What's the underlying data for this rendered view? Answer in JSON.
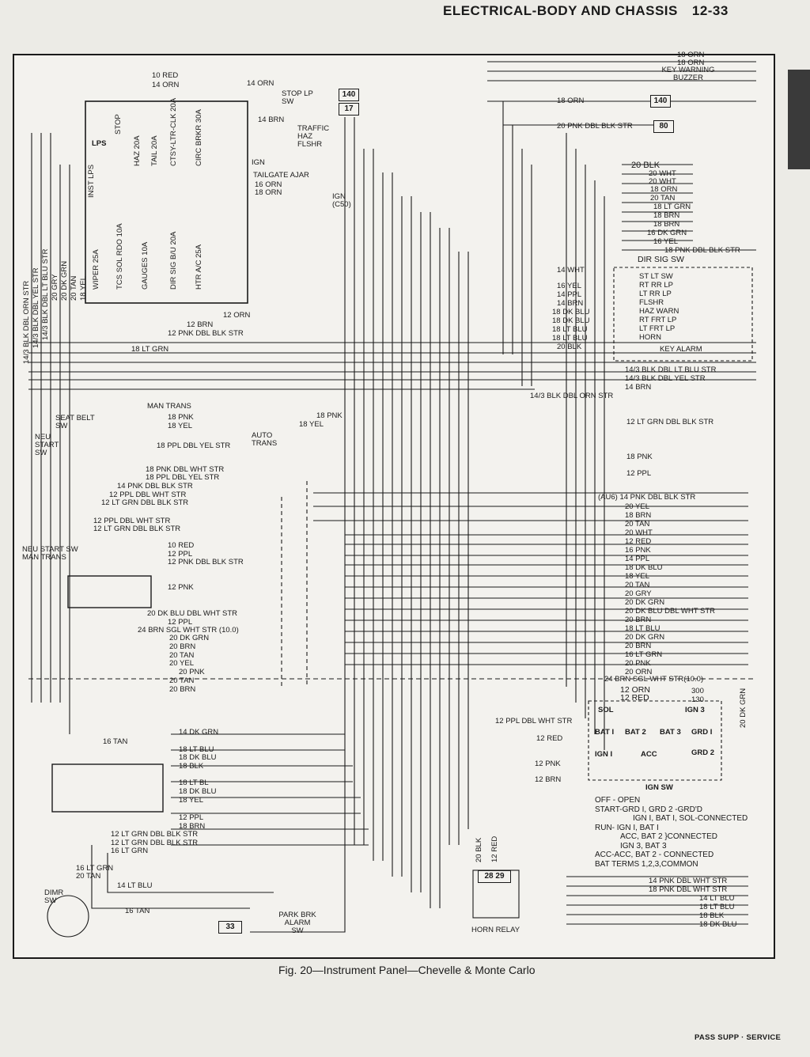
{
  "header": {
    "title": "ELECTRICAL-BODY AND CHASSIS",
    "page": "12-33"
  },
  "caption": "Fig. 20—Instrument Panel—Chevelle & Monte Carlo",
  "footer": "PASS SUPP · SERVICE",
  "components": {
    "stop_lp_sw": "STOP LP SW",
    "traffic_haz_flshr": "TRAFFIC HAZ FLSHR",
    "key_warning_buzzer": "KEY WARNING BUZZER",
    "dir_sig_sw": "DIR SIG SW",
    "seat_belt_sw": "SEAT BELT SW",
    "neu_start_sw": "NEU START SW",
    "neu_start_sw_man": "NEU START SW MAN TRANS",
    "man_trans": "MAN TRANS",
    "auto_trans": "AUTO TRANS",
    "ign_sw": "IGN SW",
    "horn_relay": "HORN RELAY",
    "dimr_sw": "DIMR SW",
    "park_brk": "PARK BRK ALARM SW",
    "key_alarm": "KEY ALARM",
    "tailgate": "TAILGATE AJAR",
    "lps": "LPS",
    "inst_lps": "INST LPS",
    "ign_c50": "IGN (C50)"
  },
  "fuse_top": [
    "STOP",
    "HAZ 20A",
    "TAIL 20A",
    "CTSY-LTR-CLK 20A",
    "CIRC BRKR 30A"
  ],
  "fuse_bottom": [
    "WIPER 25A",
    "TCS SOL RDO 10A",
    "GAUGES 10A",
    "DIR SIG B/U 20A",
    "HTR A/C 25A"
  ],
  "ign_sw_notes": [
    "OFF - OPEN",
    "START-GRD I, GRD 2 -GRD'D",
    "IGN I, BAT I, SOL-CONNECTED",
    "RUN- IGN I, BAT I",
    "ACC, BAT 2 }CONNECTED",
    "IGN 3, BAT 3",
    "ACC-ACC, BAT 2 - CONNECTED",
    "BAT TERMS 1,2,3,COMMON"
  ],
  "wire_labels": {
    "top_left": [
      "10 RED",
      "14 ORN",
      "14 ORN",
      "14 BRN",
      "IGN",
      "16 ORN",
      "18 ORN",
      "12 ORN",
      "12 BRN",
      "12 PNK DBL BLK STR",
      "18 LT GRN"
    ],
    "top_right": [
      "18 ORN",
      "18 ORN",
      "18 ORN",
      "20 PNK DBL BLK STR",
      "20 BLK",
      "20 WHT",
      "20 WHT",
      "18 ORN",
      "20 TAN",
      "18 LT GRN",
      "18 BRN",
      "18 BRN",
      "16 DK GRN",
      "16 YEL",
      "18 PNK DBL BLK STR"
    ],
    "dir_sig": [
      "14 WHT",
      "16 YEL",
      "14 PPL",
      "14 BRN",
      "18 DK BLU",
      "18 DK BLU",
      "18 LT BLU",
      "18 LT BLU",
      "20 BLK"
    ],
    "dir_terms": [
      "ST LT SW",
      "RT RR LP",
      "LT RR LP",
      "FLSHR",
      "HAZ WARN",
      "RT FRT LP",
      "LT FRT LP",
      "HORN"
    ],
    "mid_right": [
      "14/3 BLK DBL LT BLU STR",
      "14/3 BLK DBL YEL STR",
      "14 BRN",
      "14/3 BLK DBL ORN STR",
      "12 LT GRN DBL BLK STR",
      "18 PNK",
      "12 PPL"
    ],
    "harness_right": [
      "(AU6) 14 PNK DBL BLK STR",
      "20 YEL",
      "18 BRN",
      "20 TAN",
      "20 WHT",
      "12 RED",
      "16 PNK",
      "14 PPL",
      "18 DK BLU",
      "18 YEL",
      "20 TAN",
      "20 GRY",
      "20 DK GRN",
      "20 DK BLU DBL WHT STR",
      "20 BRN",
      "18 LT BLU",
      "20 DK GRN",
      "20 BRN",
      "16 LT GRN",
      "20 PNK",
      "20 ORN",
      "24 BRN SGL WHT STR(10.0)",
      "12 ORN",
      "12 RED"
    ],
    "ign_left": [
      "12 PPL DBL WHT STR",
      "12 RED",
      "12 PNK",
      "12 BRN"
    ],
    "ign_terms": [
      "SOL",
      "BAT I",
      "BAT 2",
      "BAT 3",
      "GRD I",
      "GRD 2",
      "IGN I",
      "ACC",
      "IGN 3"
    ],
    "bottom_right": [
      "14 PNK DBL WHT STR",
      "18 PNK DBL WHT STR",
      "14 LT BLU",
      "18 LT BLU",
      "18 BLK",
      "18 DK BLU"
    ],
    "man_trans": [
      "18 PNK",
      "18 YEL",
      "18 PNK",
      "18 YEL",
      "18 PPL DBL YEL STR"
    ],
    "seat_belt": [
      "18 PNK DBL WHT STR",
      "18 PPL DBL YEL STR",
      "14 PNK DBL BLK STR",
      "12 PPL DBL WHT STR",
      "12 LT GRN DBL BLK STR",
      "12 PPL DBL WHT STR",
      "12 LT GRN DBL BLK STR"
    ],
    "mid_left": [
      "10 RED",
      "12 PPL",
      "12 PNK DBL BLK STR",
      "12 PNK",
      "20 DK BLU DBL WHT STR",
      "12 PPL",
      "24 BRN SGL WHT STR (10.0)",
      "20 DK GRN",
      "20 BRN",
      "20 TAN",
      "20 YEL",
      "20 PNK",
      "20 TAN",
      "20 BRN"
    ],
    "bottom_left": [
      "16 TAN",
      "14 DK GRN",
      "18 LT BLU",
      "18 DK BLU",
      "18 BLK",
      "18 LT BL",
      "18 DK BLU",
      "18 YEL",
      "12 PPL",
      "18 BRN",
      "12 LT GRN DBL BLK STR",
      "12 LT GRN DBL BLK STR",
      "16 LT GRN",
      "16 LT GRN",
      "20 TAN",
      "14 LT BLU",
      "16 TAN"
    ],
    "left_vertical": [
      "14/3 BLK DBL ORN STR",
      "14/3 BLK DBL YEL STR",
      "14/3 BLK DBL LT BLU STR",
      "20 GRY",
      "20 DK GRN",
      "20 TAN",
      "18 YEL"
    ],
    "horn": [
      "20 BLK",
      "12 RED"
    ],
    "misc": [
      "20 DK GRN",
      "300",
      "130"
    ]
  }
}
